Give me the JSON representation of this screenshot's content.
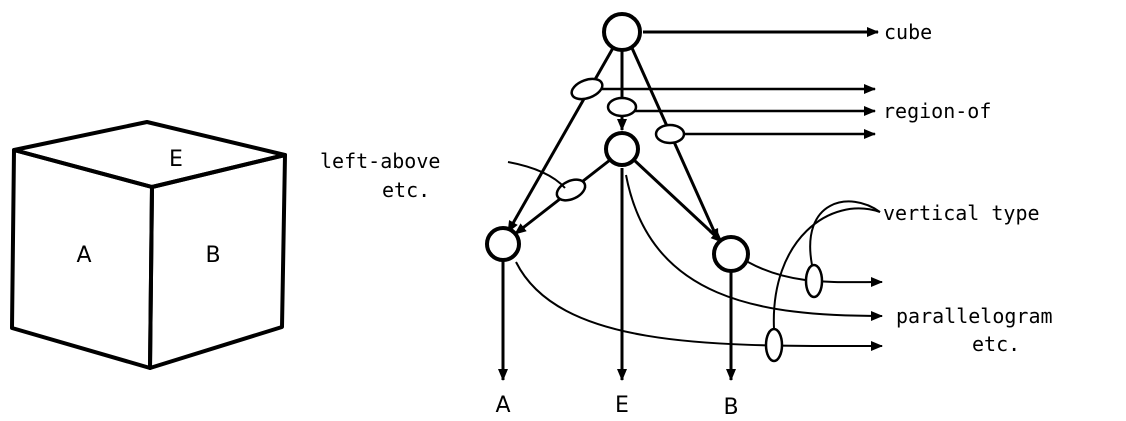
{
  "cube_faces": {
    "top": "E",
    "left": "A",
    "right": "B"
  },
  "graph": {
    "outputs": {
      "cube": "cube",
      "region_of": "region-of",
      "vertical_type": "vertical type",
      "parallelogram": "parallelogram",
      "parallelogram_etc": "etc."
    },
    "relation_label": {
      "line1": "left-above",
      "line2": "etc."
    },
    "leaf_labels": {
      "a": "A",
      "e": "E",
      "b": "B"
    }
  }
}
